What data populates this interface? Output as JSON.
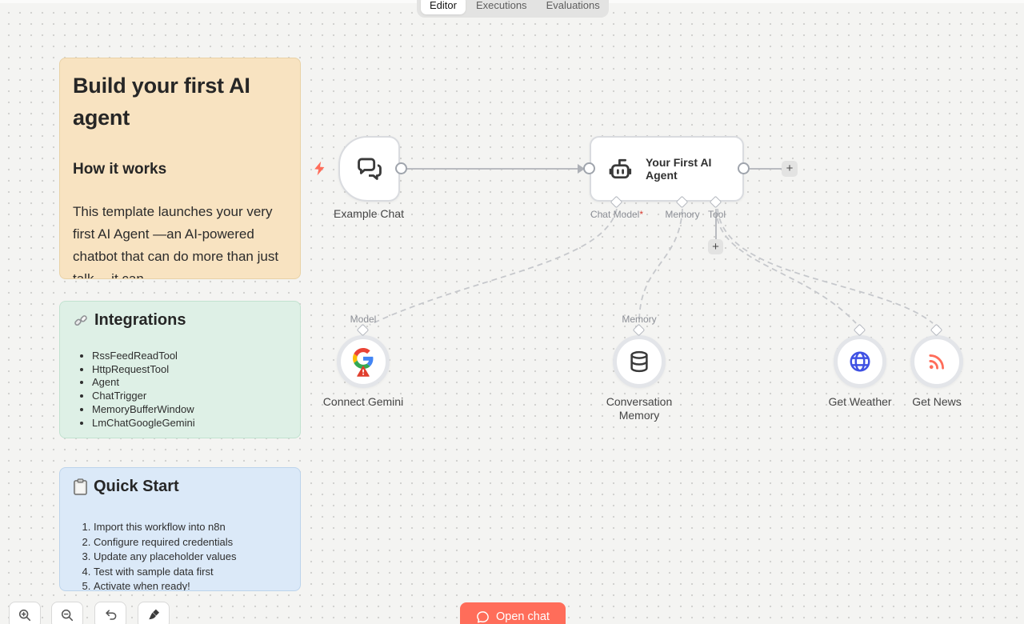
{
  "header": {
    "tabs": [
      {
        "label": "Editor",
        "active": true
      },
      {
        "label": "Executions",
        "active": false
      },
      {
        "label": "Evaluations",
        "active": false
      }
    ]
  },
  "notes": {
    "build": {
      "title": "Build your first AI agent",
      "subtitle": "How it works",
      "body": "This template launches your very first AI Agent —an AI-powered chatbot that can do more than just talk —it can"
    },
    "integrations": {
      "title": "Integrations",
      "icon": "link-icon",
      "items": [
        "RssFeedReadTool",
        "HttpRequestTool",
        "Agent",
        "ChatTrigger",
        "MemoryBufferWindow",
        "LmChatGoogleGemini"
      ]
    },
    "quickstart": {
      "title": "Quick Start",
      "icon": "clipboard-icon",
      "steps": [
        "Import this workflow into n8n",
        "Configure required credentials",
        "Update any placeholder values",
        "Test with sample data first",
        "Activate when ready!"
      ]
    }
  },
  "nodes": {
    "chat_trigger": {
      "label": "Example Chat",
      "icon": "chat-bubbles-icon"
    },
    "agent": {
      "label": "Your First AI Agent",
      "icon": "robot-icon",
      "ports": {
        "chat_model": "Chat Model",
        "memory": "Memory",
        "tool": "Tool"
      },
      "required_marker": "*"
    },
    "gemini": {
      "label": "Connect Gemini",
      "port_label": "Model",
      "icon": "google-g-icon",
      "warning": "credentials-warning-icon"
    },
    "memory": {
      "label": "Conversation Memory",
      "port_label": "Memory",
      "icon": "database-icon"
    },
    "weather": {
      "label": "Get Weather",
      "icon": "globe-icon"
    },
    "news": {
      "label": "Get News",
      "icon": "rss-icon"
    }
  },
  "controls": {
    "plus": "+",
    "open_chat": "Open chat",
    "toolbar": [
      "zoom-in",
      "zoom-out",
      "undo",
      "tidy-up"
    ]
  },
  "colors": {
    "accent": "#ff6d5a",
    "note_orange": "#f8e3c1",
    "note_green": "#def0e6",
    "note_blue": "#dbe9f8",
    "required": "#d73a2f",
    "globe_blue": "#3f51e3",
    "wire_gray": "#b9bbc0"
  }
}
